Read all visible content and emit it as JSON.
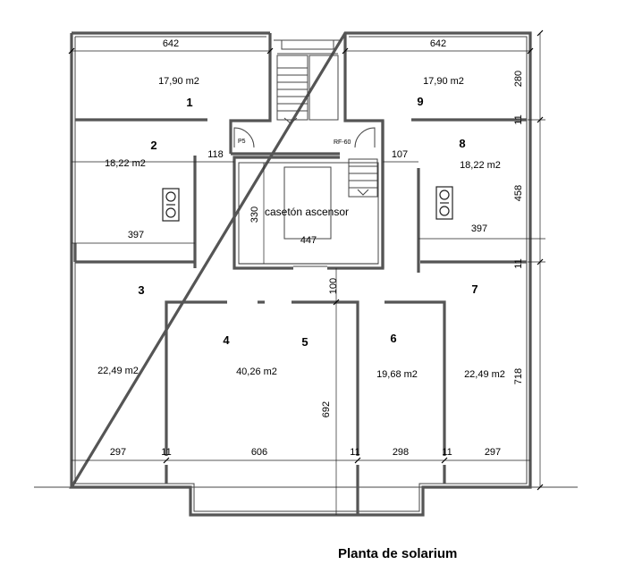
{
  "title": "Planta de solarium",
  "rooms": [
    {
      "num": "1",
      "area": "17,90 m2"
    },
    {
      "num": "2",
      "area": "18,22 m2"
    },
    {
      "num": "3",
      "area": "22,49 m2"
    },
    {
      "num": "4",
      "area": "40,26 m2"
    },
    {
      "num": "5",
      "area": ""
    },
    {
      "num": "6",
      "area": "19,68 m2"
    },
    {
      "num": "7",
      "area": "22,49 m2"
    },
    {
      "num": "8",
      "area": "18,22 m2"
    },
    {
      "num": "9",
      "area": "17,90 m2"
    }
  ],
  "center_label": "casetón ascensor",
  "door_labels": [
    "P5",
    "RF-60"
  ],
  "dimensions": {
    "top_left": "642",
    "top_right": "642",
    "left_118": "118",
    "right_107": "107",
    "lift_330": "330",
    "lift_447": "447",
    "left_397": "397",
    "right_397": "397",
    "gap_100": "100",
    "height_692": "692",
    "bottom": [
      "297",
      "11",
      "606",
      "11",
      "298",
      "11",
      "297"
    ],
    "right_side": [
      "280",
      "11",
      "458",
      "11",
      "718"
    ]
  }
}
